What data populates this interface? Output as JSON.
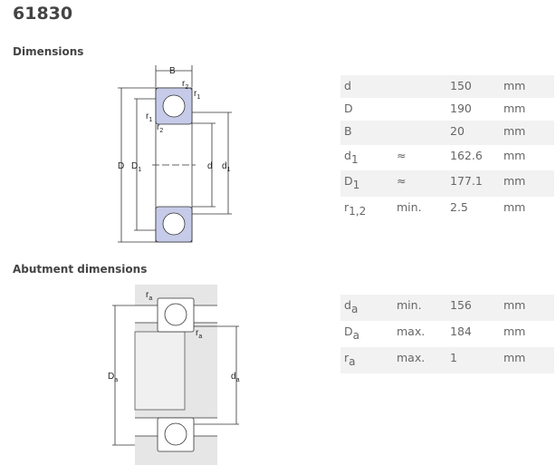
{
  "title": "61830",
  "dimensions": {
    "heading": "Dimensions",
    "rows": [
      {
        "sym": "d",
        "sub": "",
        "qual": "",
        "value": "150",
        "unit": "mm"
      },
      {
        "sym": "D",
        "sub": "",
        "qual": "",
        "value": "190",
        "unit": "mm"
      },
      {
        "sym": "B",
        "sub": "",
        "qual": "",
        "value": "20",
        "unit": "mm"
      },
      {
        "sym": "d",
        "sub": "1",
        "qual": "≈",
        "value": "162.6",
        "unit": "mm"
      },
      {
        "sym": "D",
        "sub": "1",
        "qual": "≈",
        "value": "177.1",
        "unit": "mm"
      },
      {
        "sym": "r",
        "sub": "1,2",
        "qual": "min.",
        "value": "2.5",
        "unit": "mm"
      }
    ],
    "diagram": {
      "B": "B",
      "r": "r",
      "s1": "1",
      "s2": "2",
      "D": "D",
      "d": "d"
    }
  },
  "abutment": {
    "heading": "Abutment dimensions",
    "rows": [
      {
        "sym": "d",
        "sub": "a",
        "qual": "min.",
        "value": "156",
        "unit": "mm"
      },
      {
        "sym": "D",
        "sub": "a",
        "qual": "max.",
        "value": "184",
        "unit": "mm"
      },
      {
        "sym": "r",
        "sub": "a",
        "qual": "max.",
        "value": "1",
        "unit": "mm"
      }
    ],
    "diagram": {
      "r": "r",
      "a": "a",
      "D": "D",
      "d": "d"
    }
  },
  "colors": {
    "ring": "#c5cbe8",
    "shade": "#f2f2f2"
  }
}
